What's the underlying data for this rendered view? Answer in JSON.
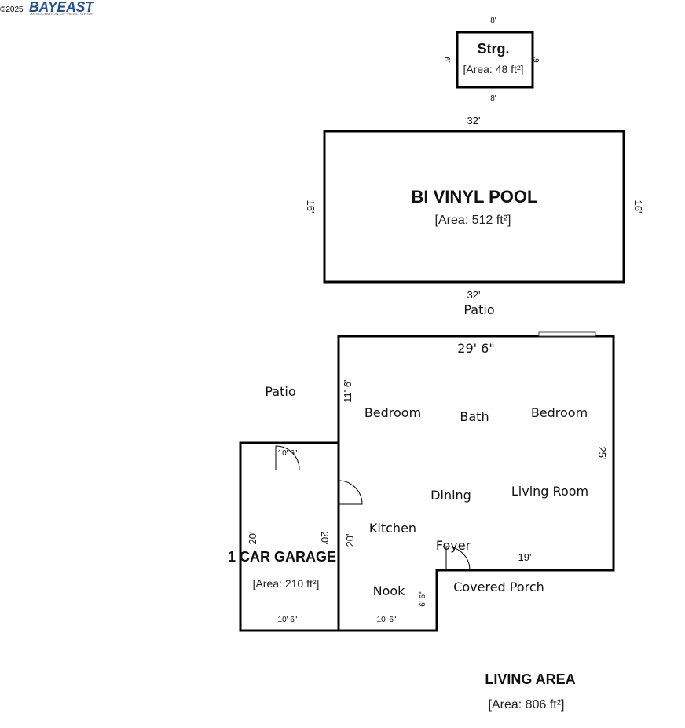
{
  "header": {
    "copyright": "©2025",
    "logo_text": "BAYEAST",
    "logo_tagline": "ASSOCIATION OF REALTORS®"
  },
  "storage": {
    "title": "Strg.",
    "area": "[Area: 48 ft²]",
    "dim_top": "8'",
    "dim_bottom": "8'",
    "dim_left": "6'",
    "dim_right": "6'"
  },
  "pool": {
    "title": "BI VINYL POOL",
    "area": "[Area: 512 ft²]",
    "dim_top": "32'",
    "dim_bottom": "32'",
    "dim_left": "16'",
    "dim_right": "16'"
  },
  "labels": {
    "patio_top": "Patio",
    "patio_left": "Patio"
  },
  "house": {
    "dim_top": "29' 6\"",
    "dim_right": "25'",
    "dim_left_upper": "11' 6\"",
    "dim_left_lower": "20'",
    "dim_step": "19'",
    "dim_bottom": "10' 6\"",
    "dim_notch": "6' 6\"",
    "rooms": {
      "bedroom_left": "Bedroom",
      "bath": "Bath",
      "bedroom_right": "Bedroom",
      "dining": "Dining",
      "living_room": "Living Room",
      "kitchen": "Kitchen",
      "foyer": "Foyer",
      "nook": "Nook",
      "covered_porch": "Covered Porch"
    }
  },
  "garage": {
    "title": "1 CAR GARAGE",
    "area": "[Area: 210 ft²]",
    "dim_top": "10' 6\"",
    "dim_bottom": "10' 6\"",
    "dim_left": "20'",
    "dim_right": "20'"
  },
  "living_area": {
    "title": "LIVING AREA",
    "area": "[Area: 806 ft²]"
  }
}
